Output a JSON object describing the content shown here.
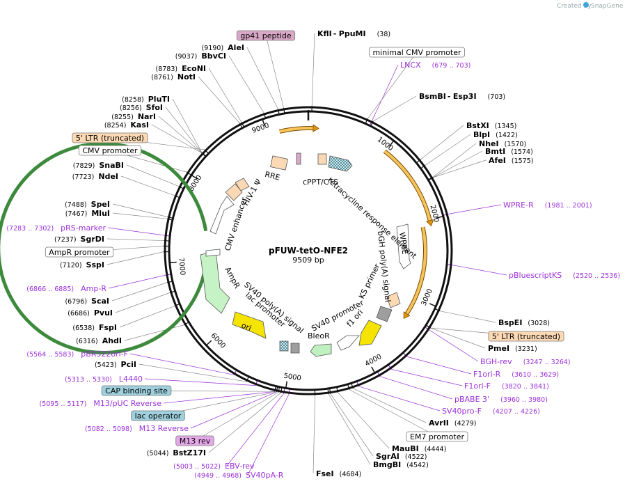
{
  "credit": {
    "prefix": "Created by",
    "brand": "SnapGene"
  },
  "plasmid": {
    "name": "pFUW-tetO-NFE2",
    "length_label": "9509 bp",
    "length": 9509
  },
  "colors": {
    "primer": "#9b30d9",
    "arrow_orange": "#f0a818",
    "arrow_green": "#6fd46f",
    "yellow": "#f5e300",
    "peach": "#fbd9b4",
    "teal_box": "#9fd0dd",
    "pink_box": "#d9a8c8",
    "purple_box": "#e4a8e8"
  },
  "ticks": [
    {
      "pos": 1000,
      "label": "1000"
    },
    {
      "pos": 2000,
      "label": "2000"
    },
    {
      "pos": 3000,
      "label": "3000"
    },
    {
      "pos": 4000,
      "label": "4000"
    },
    {
      "pos": 5000,
      "label": "5000"
    },
    {
      "pos": 6000,
      "label": "6000"
    },
    {
      "pos": 7000,
      "label": "7000"
    },
    {
      "pos": 8000,
      "label": "8000"
    },
    {
      "pos": 9000,
      "label": "9000"
    }
  ],
  "sites_right": [
    {
      "name": "KflI",
      "name2": "PpuMI",
      "pos": "(38)",
      "bp": 38
    },
    {
      "name": "BsmBI",
      "name2": "Esp3I",
      "pos": "(703)",
      "bp": 703
    },
    {
      "name": "BstXI",
      "pos": "(1345)",
      "bp": 1345
    },
    {
      "name": "BlpI",
      "pos": "(1422)",
      "bp": 1422
    },
    {
      "name": "NheI",
      "pos": "(1570)",
      "bp": 1570
    },
    {
      "name": "BmtI",
      "pos": "(1574)",
      "bp": 1574
    },
    {
      "name": "AfeI",
      "pos": "(1575)",
      "bp": 1575
    },
    {
      "name": "BspEI",
      "pos": "(3028)",
      "bp": 3028
    },
    {
      "name": "PmeI",
      "pos": "(3231)",
      "bp": 3231
    },
    {
      "name": "AvrII",
      "pos": "(4279)",
      "bp": 4279
    },
    {
      "name": "MauBI",
      "pos": "(4444)",
      "bp": 4444
    },
    {
      "name": "SgrAI",
      "pos": "(4522)",
      "bp": 4522
    },
    {
      "name": "BmgBI",
      "pos": "(4542)",
      "bp": 4542
    },
    {
      "name": "FseI",
      "pos": "(4684)",
      "bp": 4684
    }
  ],
  "sites_left": [
    {
      "name": "AleI",
      "pos": "(9190)",
      "bp": 9190
    },
    {
      "name": "BbvCI",
      "pos": "(9037)",
      "bp": 9037
    },
    {
      "name": "EcoNI",
      "pos": "(8783)",
      "bp": 8783
    },
    {
      "name": "NotI",
      "pos": "(8761)",
      "bp": 8761
    },
    {
      "name": "PluTI",
      "pos": "(8258)",
      "bp": 8258
    },
    {
      "name": "SfoI",
      "pos": "(8256)",
      "bp": 8256
    },
    {
      "name": "NarI",
      "pos": "(8255)",
      "bp": 8255
    },
    {
      "name": "KasI",
      "pos": "(8254)",
      "bp": 8254
    },
    {
      "name": "SnaBI",
      "pos": "(7829)",
      "bp": 7829
    },
    {
      "name": "NdeI",
      "pos": "(7723)",
      "bp": 7723
    },
    {
      "name": "SpeI",
      "pos": "(7488)",
      "bp": 7488
    },
    {
      "name": "MluI",
      "pos": "(7467)",
      "bp": 7467
    },
    {
      "name": "SgrDI",
      "pos": "(7237)",
      "bp": 7237
    },
    {
      "name": "SspI",
      "pos": "(7120)",
      "bp": 7120
    },
    {
      "name": "ScaI",
      "pos": "(6796)",
      "bp": 6796
    },
    {
      "name": "PvuI",
      "pos": "(6686)",
      "bp": 6686
    },
    {
      "name": "FspI",
      "pos": "(6538)",
      "bp": 6538
    },
    {
      "name": "AhdI",
      "pos": "(6316)",
      "bp": 6316
    },
    {
      "name": "PciI",
      "pos": "(5423)",
      "bp": 5423
    },
    {
      "name": "BstZ17I",
      "pos": "(5044)",
      "bp": 5044
    }
  ],
  "primers": [
    {
      "name": "LNCX",
      "pos": "(679 .. 703)",
      "bp": 690
    },
    {
      "name": "WPRE-R",
      "pos": "(1981 .. 2001)",
      "bp": 1990
    },
    {
      "name": "pBluescriptKS",
      "pos": "(2520 .. 2536)",
      "bp": 2528
    },
    {
      "name": "BGH-rev",
      "pos": "(3247 .. 3264)",
      "bp": 3255
    },
    {
      "name": "F1ori-R",
      "pos": "(3610 .. 3629)",
      "bp": 3620
    },
    {
      "name": "F1ori-F",
      "pos": "(3820 .. 3841)",
      "bp": 3830
    },
    {
      "name": "pBABE 3'",
      "pos": "(3960 .. 3980)",
      "bp": 3970
    },
    {
      "name": "SV40pro-F",
      "pos": "(4207 .. 4226)",
      "bp": 4216
    },
    {
      "name": "pRS-marker",
      "pos": "(7283 .. 7302)",
      "bp": 7292
    },
    {
      "name": "Amp-R",
      "pos": "(6866 .. 6885)",
      "bp": 6875
    },
    {
      "name": "pBR322ori-F",
      "pos": "(5564 .. 5583)",
      "bp": 5573
    },
    {
      "name": "L4440",
      "pos": "(5313 .. 5330)",
      "bp": 5321
    },
    {
      "name": "M13/pUC Reverse",
      "pos": "(5095 .. 5117)",
      "bp": 5106
    },
    {
      "name": "M13 Reverse",
      "pos": "(5082 .. 5098)",
      "bp": 5090
    },
    {
      "name": "EBV-rev",
      "pos": "(5003 .. 5022)",
      "bp": 5012
    },
    {
      "name": "SV40pA-R",
      "pos": "(4949 .. 4968)",
      "bp": 4958
    }
  ],
  "boxed_features": [
    {
      "name": "gp41 peptide",
      "style": "pink"
    },
    {
      "name": "minimal CMV promoter",
      "style": "white"
    },
    {
      "name": "5' LTR (truncated)",
      "style": "peach"
    },
    {
      "name": "CMV promoter",
      "style": "white"
    },
    {
      "name": "AmpR promoter",
      "style": "white"
    },
    {
      "name": "5' LTR (truncated)",
      "style": "peach"
    },
    {
      "name": "EM7 promoter",
      "style": "white"
    },
    {
      "name": "CAP binding site",
      "style": "teal"
    },
    {
      "name": "lac operator",
      "style": "teal"
    },
    {
      "name": "M13 rev",
      "style": "purple"
    }
  ],
  "inner_labels": {
    "rre": "RRE",
    "cppt": "cPPT/CTS",
    "tre": "tetracycline response element",
    "wpre": "WPRE",
    "bgh": "bGH poly(A) signal",
    "ks": "KS primer",
    "f1": "f1 ori",
    "sv40p": "SV40 promoter",
    "bleo": "BleoR",
    "sv40pa": "SV40 poly(A) signal",
    "lac": "lac promoter",
    "ori": "ori",
    "ampr": "AmpR",
    "cmv": "CMV enhancer",
    "hiv": "HIV-1 Ψ"
  },
  "arcs": [
    {
      "name": "arc-top",
      "start": 9150,
      "end": 60
    },
    {
      "name": "arc-nfe2",
      "start": 990,
      "end": 2010
    },
    {
      "name": "arc-wpre",
      "start": 2070,
      "end": 3240
    }
  ]
}
